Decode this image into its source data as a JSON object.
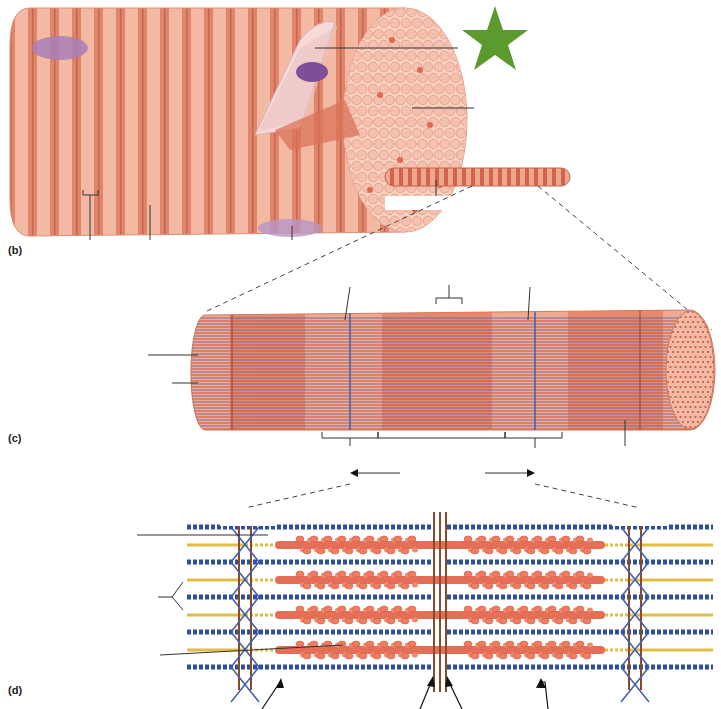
{
  "diagram": {
    "labels": [
      "(b)",
      "(c)",
      "(d)"
    ]
  }
}
